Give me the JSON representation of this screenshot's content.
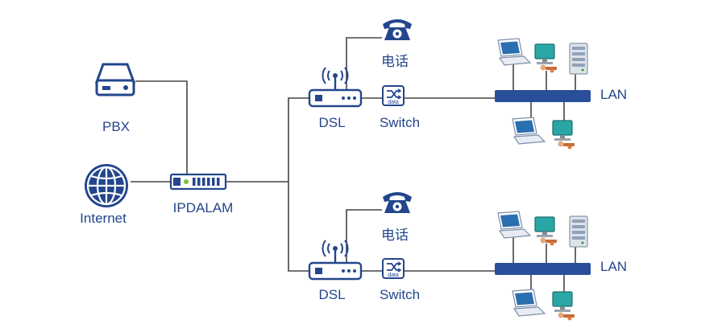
{
  "colors": {
    "primary": "#23468c",
    "wire": "#444444",
    "lan_bus": "#2a4f9a",
    "screen": "#2aa6a6"
  },
  "labels": {
    "pbx": "PBX",
    "internet": "Internet",
    "ipdalam": "IPDALAM",
    "dsl": "DSL",
    "phone": "电话",
    "switch": "Switch",
    "switch_icon_text": "data",
    "lan": "LAN"
  },
  "icons": {
    "pbx": "server-disk-icon",
    "internet": "globe-icon",
    "ipdalam": "dslam-device-icon",
    "dsl": "wireless-modem-icon",
    "phone": "telephone-icon",
    "switch": "data-switch-icon",
    "laptop": "laptop-icon",
    "desktop": "desktop-user-icon",
    "server": "server-rack-icon"
  }
}
